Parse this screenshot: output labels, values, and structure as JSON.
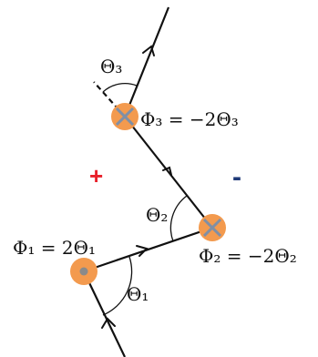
{
  "colors": {
    "line": "#111111",
    "node_fill": "#f39a4e",
    "dot": "#8a8a8a",
    "cross": "#7f8fa6",
    "plus": "#e8202a",
    "minus": "#1f3a78"
  },
  "nodes": {
    "node1": {
      "label": "Φ₁ = 2Θ₁",
      "marker": "dot"
    },
    "node2": {
      "label": "Φ₂ = −2Θ₂",
      "marker": "cross"
    },
    "node3": {
      "label": "Φ₃ = −2Θ₃",
      "marker": "cross"
    }
  },
  "angles": {
    "theta1": "Θ₁",
    "theta2": "Θ₂",
    "theta3": "Θ₃"
  },
  "regions": {
    "left_sign": "+",
    "right_sign": "-"
  },
  "icons": {
    "arrow": "arrowhead-icon",
    "node1_marker": "dot-icon",
    "node2_marker": "cross-icon",
    "node3_marker": "cross-icon"
  }
}
